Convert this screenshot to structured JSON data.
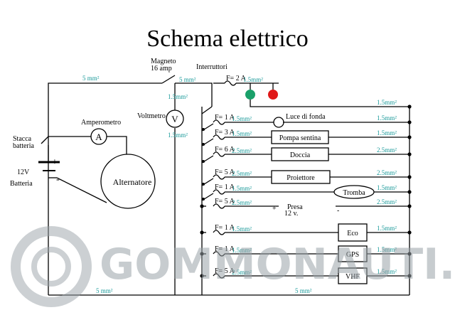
{
  "title": "Schema elettrico",
  "labels": {
    "magneto": "Magneto",
    "magneto_amp": "16 amp",
    "interruttori": "Interruttori",
    "voltmetro": "Voltmetro",
    "amperometro": "Amperometro",
    "stacca": "Stacca",
    "batteria_small": "batteria",
    "voltage": "12V",
    "batteria": "Batteria",
    "alternatore": "Alternatore",
    "meter_v": "V",
    "meter_a": "A",
    "presa": "Presa",
    "presa_v": "12 v.",
    "plus": "+",
    "minus": "-"
  },
  "wires": {
    "w5_top": "5 mm²",
    "w5_mag": "5 mm²",
    "w15_volt": "1.5mm²",
    "w15_volt2": "1.5mm²",
    "w5_bot_left": "5 mm²",
    "w5_bot_right": "5 mm²"
  },
  "circuits": [
    {
      "fuse": "F= 2 A",
      "wire_in": "1.5mm²",
      "device": "",
      "wire_out": "1.5mm²"
    },
    {
      "fuse": "F= 1 A",
      "wire_in": "1.5mm²",
      "device": "Luce di fonda",
      "wire_out": "1.5mm²"
    },
    {
      "fuse": "F= 3 A",
      "wire_in": "1.5mm²",
      "device": "Pompa sentina",
      "wire_out": "1.5mm²"
    },
    {
      "fuse": "F= 6 A",
      "wire_in": "2.5mm²",
      "device": "Doccia",
      "wire_out": "2.5mm²"
    },
    {
      "fuse": "F= 5 A",
      "wire_in": "2.5mm²",
      "device": "Proiettore",
      "wire_out": "2.5mm²"
    },
    {
      "fuse": "F= 1 A",
      "wire_in": "1.5mm²",
      "device": "Tromba",
      "wire_out": "1.5mm²"
    },
    {
      "fuse": "F= 5 A",
      "wire_in": "2.5mm²",
      "device": "",
      "wire_out": "2.5mm²"
    },
    {
      "fuse": "F= 1 A",
      "wire_in": "1.5mm²",
      "device": "Eco",
      "wire_out": "1.5mm²"
    },
    {
      "fuse": "F= 1 A",
      "wire_in": "1.5mm²",
      "device": "GPS",
      "wire_out": "1.5mm²"
    },
    {
      "fuse": "F= 5 A",
      "wire_in": "2.5mm²",
      "device": "VHF",
      "wire_out": "1.5mm²"
    }
  ],
  "watermark": "GOMMONAUTI.IT",
  "colors": {
    "wire_label": "#1a9a9a",
    "lamp_green": "#1aa06a",
    "lamp_red": "#e01818"
  }
}
